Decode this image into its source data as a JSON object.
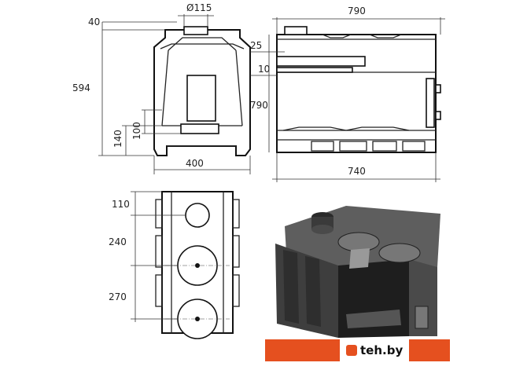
{
  "front_view": {
    "height_total": "594",
    "top_offset": "40",
    "flue_diameter": "Ø115",
    "sub_height_a": "140",
    "sub_height_b": "100",
    "width": "400"
  },
  "side_view": {
    "length_top": "790",
    "offset_a": "25",
    "offset_b": "10",
    "height": "790",
    "length_bottom": "740"
  },
  "top_view": {
    "dim_a": "110",
    "dim_b": "240",
    "dim_c": "270"
  },
  "watermark": {
    "text": "teh.by",
    "icon": "brand-logo-icon"
  }
}
